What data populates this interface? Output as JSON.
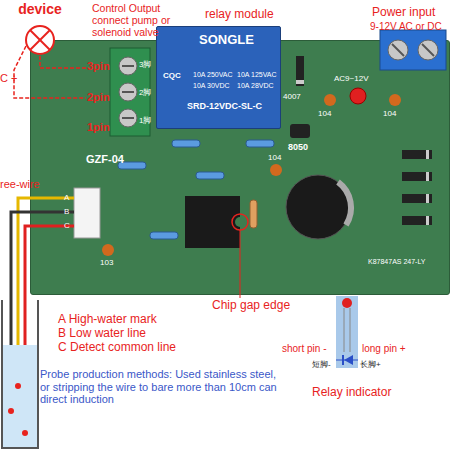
{
  "diagram": {
    "nodes": [
      {
        "text": [
          "device"
        ]
      },
      {
        "text": [
          "GZF-04"
        ]
      },
      {
        "text": [
          "SONGLE",
          "CQC",
          "10A 250VAC",
          "10A 125VAC",
          "10A 30VDC",
          "10A 28VDC",
          "SRD-12VDC-SL-C"
        ],
        "in": 1
      }
    ],
    "labels": [
      "Control Output connect pump or solenoid valve",
      "relay module",
      "Power input",
      "9-12V AC or DC",
      "C +",
      "3pin",
      "2pin",
      "1pin",
      "3脚",
      "2脚",
      "1脚",
      "AC9~12V",
      "4007",
      "104",
      "104",
      "8050",
      "104",
      "103",
      "ree-wire",
      "A",
      "B",
      "C",
      "Chip gap edge",
      "K87847AS 247-LY",
      "A High-water mark",
      "B Low water line",
      "C Detect common line",
      "Probe production methods: Used stainless steel, or stripping the wire to bare more than 10cm can direct induction",
      "short pin -",
      "短脚-",
      "长脚+",
      "long pin +",
      "Relay indicator"
    ]
  }
}
